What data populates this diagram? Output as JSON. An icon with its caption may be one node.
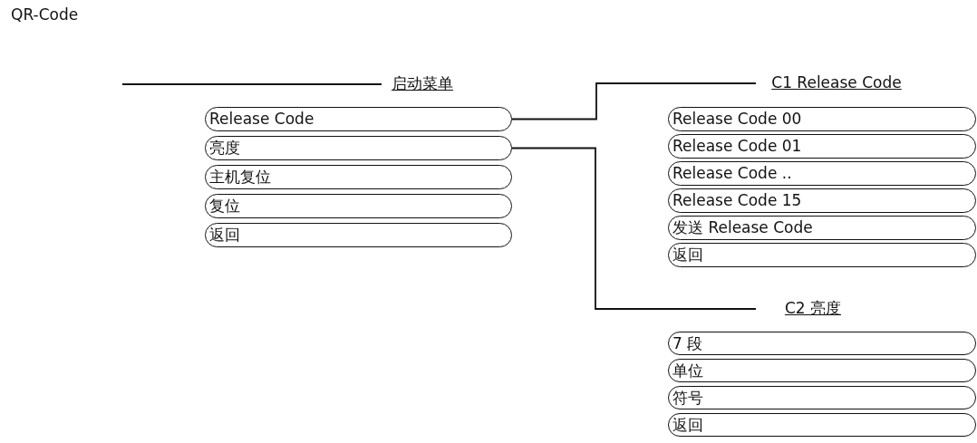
{
  "diagram": {
    "nodes": [
      {
        "text": [
          "启动菜单"
        ]
      },
      {
        "text": [
          "Release Code"
        ]
      },
      {
        "text": [
          "亮度"
        ]
      },
      {
        "text": [
          "主机复位"
        ]
      },
      {
        "text": [
          "复位"
        ]
      },
      {
        "text": [
          "返回"
        ]
      },
      {
        "text": [
          "C1 Release Code"
        ]
      },
      {
        "text": [
          "Release Code 00"
        ]
      },
      {
        "text": [
          "Release Code 01"
        ]
      },
      {
        "text": [
          "Release Code .."
        ]
      },
      {
        "text": [
          "Release Code 15"
        ]
      },
      {
        "text": [
          "发送 Release Code"
        ]
      },
      {
        "text": [
          "返回"
        ]
      },
      {
        "text": [
          "C2 亮度"
        ]
      },
      {
        "text": [
          "7 段"
        ]
      },
      {
        "text": [
          "单位"
        ]
      },
      {
        "text": [
          "符号"
        ]
      },
      {
        "text": [
          "返回"
        ]
      }
    ],
    "edges": [
      {
        "from": null,
        "to": 0,
        "arrow": "none"
      },
      {
        "from": 1,
        "to": 6,
        "arrow": "none"
      },
      {
        "from": 2,
        "to": 13,
        "arrow": "none"
      }
    ],
    "labels": [
      "QR-Code"
    ]
  }
}
